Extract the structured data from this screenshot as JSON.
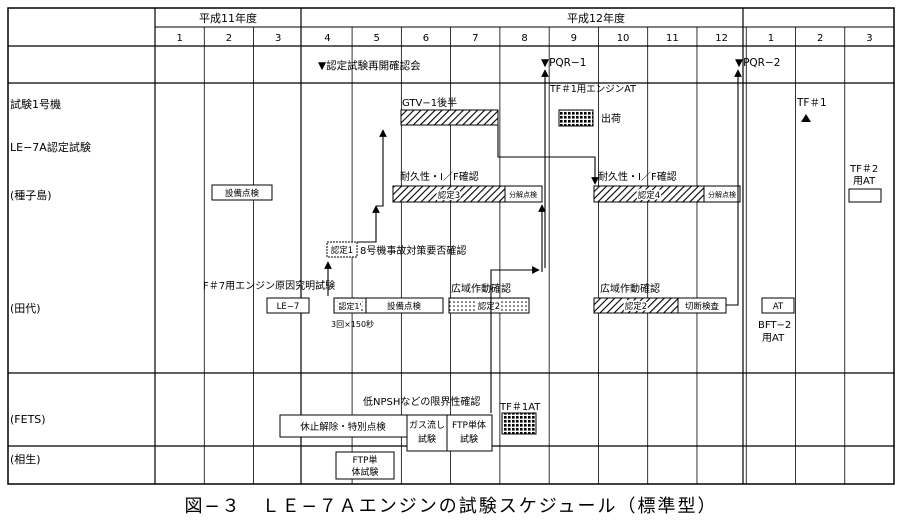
{
  "header": {
    "fy11": "平成11年度",
    "fy12": "平成12年度",
    "months": [
      "1",
      "2",
      "3",
      "4",
      "5",
      "6",
      "7",
      "8",
      "9",
      "10",
      "11",
      "12",
      "1",
      "2",
      "3"
    ]
  },
  "rows": {
    "unit1": "試験1号機",
    "le7a": "LE−7A認定試験",
    "tanegashima": "(種子島)",
    "tashiro": "(田代)",
    "fets": "(FETS)",
    "aioi": "(相生)"
  },
  "milestones": {
    "restart": "▼認定試験再開確認会",
    "pqr1": "▼PQR−1",
    "pqr2": "▼PQR−2"
  },
  "labels": {
    "gtv": "GTV−1後半",
    "tf1_engine_at": "TF＃1用エンジンAT",
    "shukka": "出荷",
    "tf1": "TF＃1",
    "tf2": "TF＃2",
    "tf2_at": "用AT",
    "durability1": "耐久性・I／F確認",
    "durability2": "耐久性・I／F確認",
    "nintei3": "認定3",
    "nintei4": "認定4",
    "bunkai1": "分解点検",
    "bunkai2": "分解点検",
    "setsubi_tane": "設備点検",
    "nintei1": "認定1",
    "no8_check": "8号機事故対策要否確認",
    "f7_cause": "F＃7用エンジン原因究明試験",
    "le7_box": "LE−7",
    "nintei1x": "認定1'",
    "setsubi_tashiro": "設備点検",
    "area_op1": "広域作動確認",
    "nintei2": "認定2",
    "area_op2": "広域作動確認",
    "nintei2x": "認定2",
    "kirikae": "切断検査",
    "at_box": "AT",
    "bft2": "BFT−2",
    "bft2_at": "用AT",
    "rounds": "3回×150秒",
    "npsh": "低NPSHなどの限界性確認",
    "tf1at": "TF＃1AT",
    "kyushi": "休止解除・特別点検",
    "gas1": "ガス流し",
    "gas2": "試験",
    "ftp1": "FTP単体",
    "ftp2": "試験",
    "ftp_aioi1": "FTP単",
    "ftp_aioi2": "体試験"
  },
  "caption": "図−３　ＬＥ−７Ａエンジンの試験スケジュール（標準型）"
}
